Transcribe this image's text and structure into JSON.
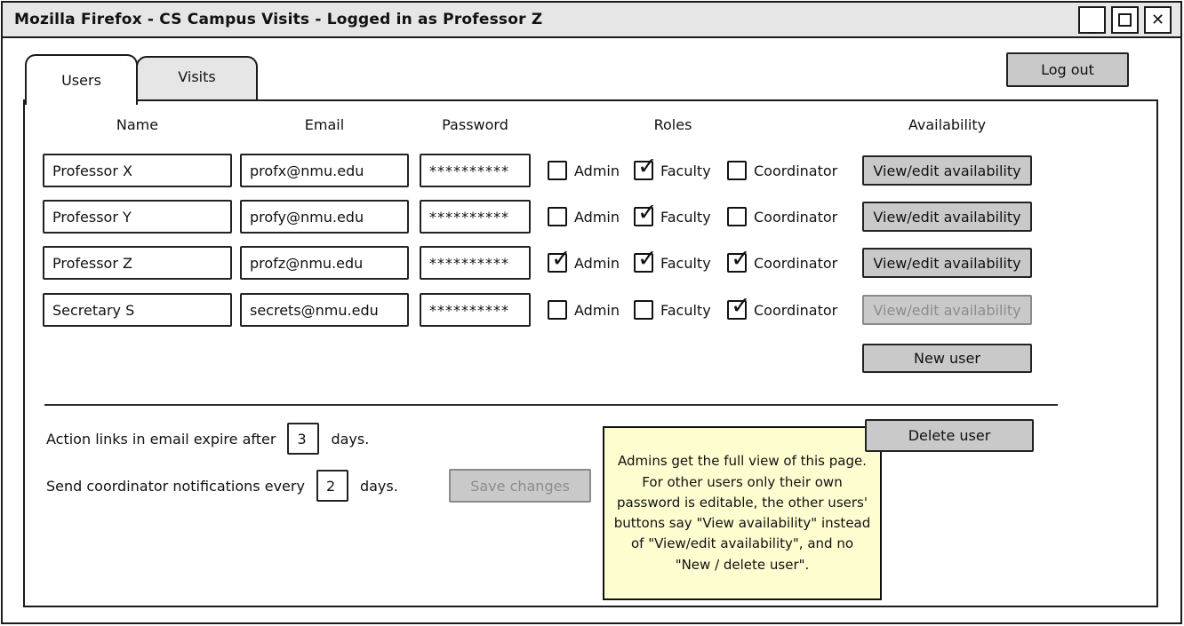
{
  "window": {
    "title": "Mozilla Firefox - CS Campus Visits - Logged in as Professor Z",
    "minimize_glyph": "_",
    "close_glyph": "✕"
  },
  "tabs": {
    "users": "Users",
    "visits": "Visits"
  },
  "logout_label": "Log out",
  "columns": {
    "name": "Name",
    "email": "Email",
    "password": "Password",
    "roles": "Roles",
    "availability": "Availability"
  },
  "roles": {
    "admin": "Admin",
    "faculty": "Faculty",
    "coordinator": "Coordinator"
  },
  "rows": [
    {
      "name": "Professor X",
      "email": "profx@nmu.edu",
      "password": "**********",
      "admin": false,
      "faculty": true,
      "coordinator": false,
      "availability": "View/edit availability",
      "availability_disabled": false
    },
    {
      "name": "Professor Y",
      "email": "profy@nmu.edu",
      "password": "**********",
      "admin": false,
      "faculty": true,
      "coordinator": false,
      "availability": "View/edit availability",
      "availability_disabled": false
    },
    {
      "name": "Professor Z",
      "email": "profz@nmu.edu",
      "password": "**********",
      "admin": true,
      "faculty": true,
      "coordinator": true,
      "availability": "View/edit availability",
      "availability_disabled": false
    },
    {
      "name": "Secretary S",
      "email": "secrets@nmu.edu",
      "password": "**********",
      "admin": false,
      "faculty": false,
      "coordinator": true,
      "availability": "View/edit availability",
      "availability_disabled": true
    }
  ],
  "actions": {
    "new_user": "New user",
    "delete_user": "Delete user",
    "save_changes": "Save changes",
    "save_changes_disabled": true
  },
  "settings": {
    "expire": {
      "prefix": "Action links in email expire after",
      "value": "3",
      "suffix": "days."
    },
    "notify": {
      "prefix": "Send coordinator notifications every",
      "value": "2",
      "suffix": "days."
    }
  },
  "note": "Admins get the full view of this page. For other users only their own password is editable, the other users' buttons say \"View availability\" instead of \"View/edit availability\", and no \"New / delete user\".",
  "colors": {
    "titlebar": "#e6e6e6",
    "button": "#c9c9c9",
    "note_bg": "#fdfdd0",
    "border": "#1a1a1a",
    "disabled_text": "#8c8c8c"
  }
}
